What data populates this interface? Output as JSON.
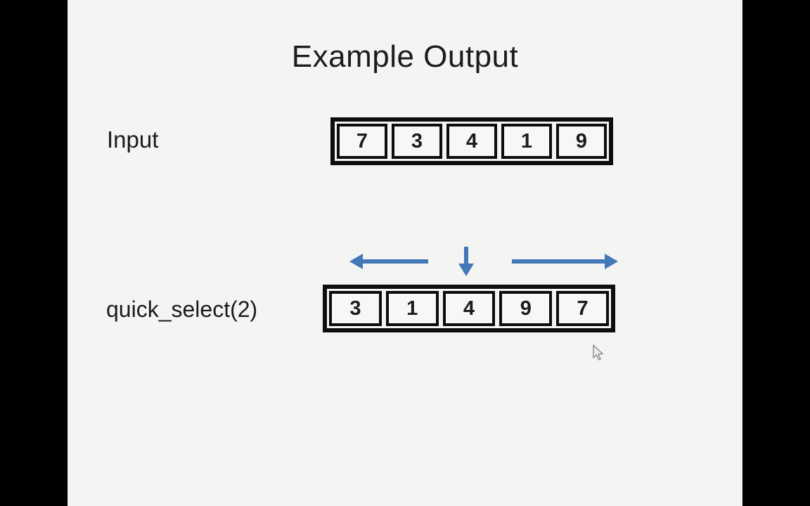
{
  "colors": {
    "letterbox": "#000000",
    "slide_bg": "#f4f4f3",
    "cell_bg": "#f7f7f6",
    "border": "#0d0d0d",
    "text": "#1c1c1c",
    "arrow_accent": "#4377b5"
  },
  "slide": {
    "title": "Example Output",
    "rows": [
      {
        "label": "Input",
        "cells": [
          "7",
          "3",
          "4",
          "1",
          "9"
        ]
      },
      {
        "label": "quick_select(2)",
        "cells": [
          "3",
          "1",
          "4",
          "9",
          "7"
        ]
      }
    ],
    "arrows": [
      {
        "name": "left-arrow",
        "direction": "left"
      },
      {
        "name": "down-arrow",
        "direction": "down"
      },
      {
        "name": "right-arrow",
        "direction": "right"
      }
    ],
    "cursor": {
      "name": "mouse-pointer"
    }
  }
}
